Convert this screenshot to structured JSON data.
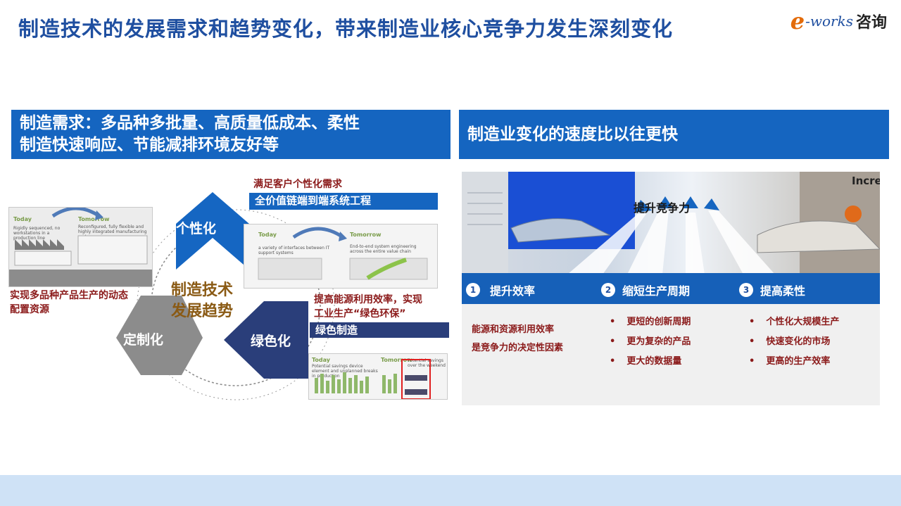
{
  "header": {
    "title": "制造技术的发展需求和趋势变化，带来制造业核心竞争力发生深刻变化",
    "logo": {
      "e": "e",
      "works": "-works",
      "zixun": "咨询"
    }
  },
  "left": {
    "banner": [
      "制造需求：多品种多批量、高质量低成本、柔性",
      "制造快速响应、节能减排环境友好等"
    ],
    "center": [
      "制造技术",
      "发展趋势"
    ],
    "hexes": {
      "personal": "个性化",
      "custom": "定制化",
      "green": "绿色化"
    },
    "captions": {
      "dynamic": [
        "实现多品种产品生产的动态",
        "配置资源"
      ],
      "personal_need": "满足客户个性化需求",
      "personal_bar": "全价值链端到端系统工程",
      "energy": [
        "提高能源利用效率，实现",
        "工业生产“绿色环保”"
      ],
      "green_bar": "绿色制造"
    },
    "img1": {
      "today": "Today",
      "tomorrow": "Tomorrow",
      "t1": "Rigidly sequenced, no workstations in a production line",
      "t2": "Reconfigured, fully flexible and highly integrated manufacturing systems"
    },
    "img2": {
      "today": "Today",
      "tomorrow": "Tomorrow",
      "t1": "a variety of interfaces between IT support systems",
      "t2": "End-to-end system engineering across the entire value chain"
    },
    "img3": {
      "today": "Today",
      "tomorrow": "Tomorrow",
      "t1": "Potential savings device element and unplanned breaks in production",
      "t2": "Potential savings over the weekend"
    }
  },
  "right": {
    "banner": "制造业变化的速度比以往更快",
    "photo_overlay": "提升竞争力",
    "photo_corner": "Increa",
    "strip": [
      {
        "num": "1",
        "label": "提升效率"
      },
      {
        "num": "2",
        "label": "缩短生产周期"
      },
      {
        "num": "3",
        "label": "提高柔性"
      }
    ],
    "col1": [
      "能源和资源利用效率",
      "是竞争力的决定性因素"
    ],
    "col2": [
      "更短的创新周期",
      "更为复杂的产品",
      "更大的数据量"
    ],
    "col3": [
      "个性化大规模生产",
      "快速变化的市场",
      "更高的生产效率"
    ]
  },
  "colors": {
    "title_blue": "#1f4fa0",
    "bar_blue": "#1565c0",
    "navy": "#2a3e7a",
    "grey_hex": "#8c8c8c",
    "dark_red": "#8b1a1a",
    "brown": "#8a5a14",
    "footer": "#cfe2f6"
  }
}
